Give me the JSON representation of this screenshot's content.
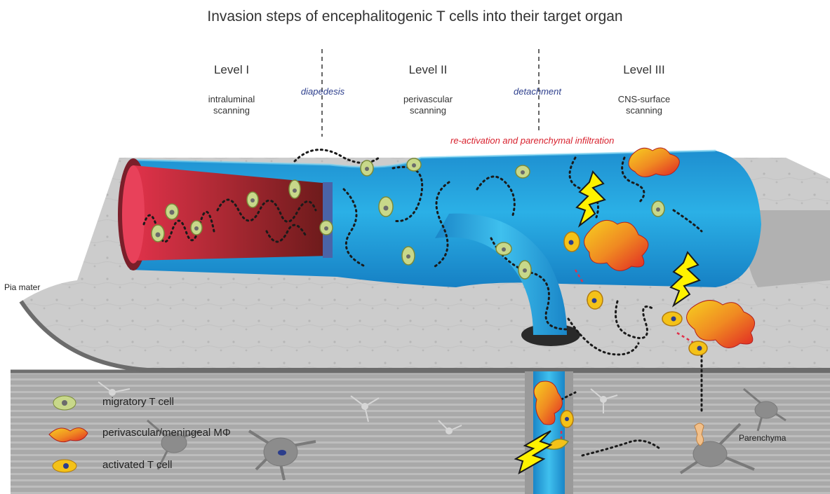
{
  "title": "Invasion steps of encephalitogenic T cells into their target organ",
  "levels": [
    {
      "name": "Level I",
      "description": "intraluminal scanning"
    },
    {
      "name": "Level II",
      "description": "perivascular scanning"
    },
    {
      "name": "Level III",
      "description": "CNS-surface scanning"
    }
  ],
  "transitions": {
    "first": "diapedesis",
    "second": "detachment"
  },
  "reactivation_label": "re-activation and parenchymal infiltration",
  "regions": {
    "pia_mater": "Pia mater",
    "parenchyma": "Parenchyma"
  },
  "legend": [
    {
      "label": "migratory T cell",
      "icon": "migratory-t-cell-icon"
    },
    {
      "label": "perivascular/meningeal MΦ",
      "icon": "macrophage-icon"
    },
    {
      "label": "activated T cell",
      "icon": "activated-t-cell-icon"
    }
  ],
  "colors": {
    "vessel": "#1fa3dc",
    "lumen": "#c9263a",
    "migratory_cell": "#c8d88a",
    "macrophage": "#e8542a",
    "activated_cell": "#f4c218",
    "lightning": "#fff200",
    "transition_text": "#2c3e8c",
    "reactivation_text": "#d8222e"
  }
}
